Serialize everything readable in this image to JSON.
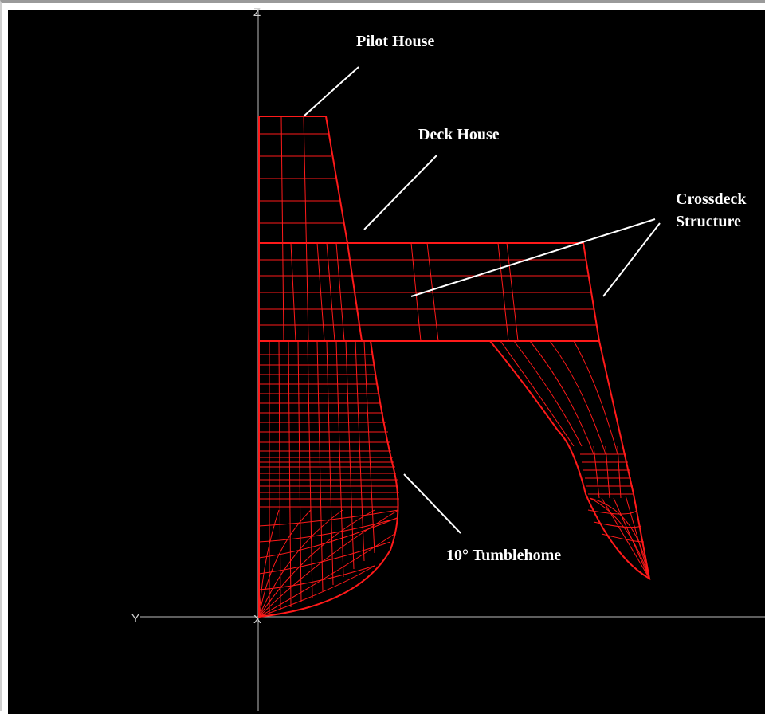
{
  "axes": {
    "z_label": "Z",
    "y_label": "Y",
    "x_label": "X"
  },
  "callouts": {
    "pilot_house": "Pilot House",
    "deck_house": "Deck House",
    "crossdeck_line1": "Crossdeck",
    "crossdeck_line2": "Structure",
    "tumblehome": "10° Tumblehome"
  },
  "colors": {
    "background": "#000000",
    "wireframe": "#ff1a1a",
    "annotation": "#ffffff",
    "axis": "#bdbdbd"
  }
}
